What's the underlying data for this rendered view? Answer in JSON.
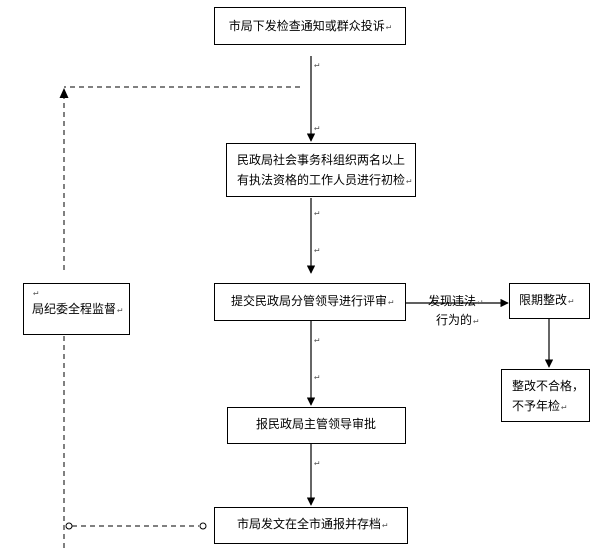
{
  "flowchart": {
    "step1": "市局下发检查通知或群众投诉",
    "step2_line1": "民政局社会事务科组织两名以上",
    "step2_line2": "有执法资格的工作人员进行初检",
    "step3": "提交民政局分管领导进行评审",
    "step4": "报民政局主管领导审批",
    "step5": "市局发文在全市通报并存档",
    "violation_label_line1": "发现违法",
    "violation_label_line2": "行为的",
    "rectify_box": "限期整改",
    "fail_line1": "整改不合格，",
    "fail_line2": "不予年检",
    "supervise_box": "局纪委全程监督",
    "return_mark": "↵"
  }
}
